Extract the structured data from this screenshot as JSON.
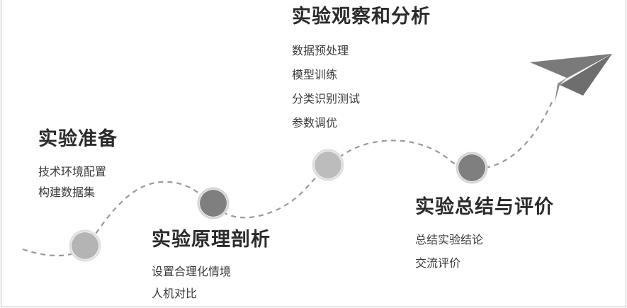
{
  "stages": [
    {
      "title": "实验准备",
      "items": [
        "技术环境配置",
        "构建数据集"
      ],
      "node_color": "#b4b4b4"
    },
    {
      "title": "实验原理剖析",
      "items": [
        "设置合理化情境",
        "人机对比"
      ],
      "node_color": "#7f7f7f"
    },
    {
      "title": "实验观察和分析",
      "items": [
        "数据预处理",
        "模型训练",
        "分类识别测试",
        "参数调优"
      ],
      "node_color": "#bcbcbc"
    },
    {
      "title": "实验总结与评价",
      "items": [
        "总结实验结论",
        "交流评价"
      ],
      "node_color": "#7f7f7f"
    }
  ],
  "icons": {
    "end": "paper-plane-icon"
  },
  "colors": {
    "path": "#9a9a9a",
    "text": "#2b2b2b",
    "plane_dark": "#6e6e6e",
    "plane_light": "#a3a3a3"
  }
}
